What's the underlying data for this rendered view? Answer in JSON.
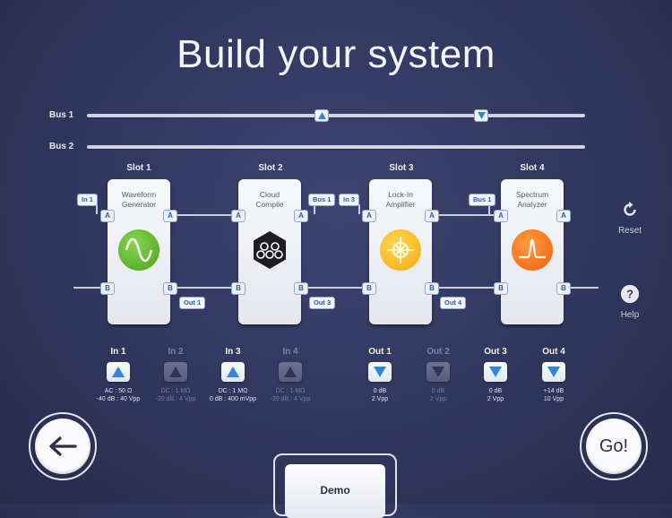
{
  "title": "Build your system",
  "buses": [
    {
      "label": "Bus 1"
    },
    {
      "label": "Bus 2"
    }
  ],
  "slots": [
    {
      "label": "Slot 1",
      "module": [
        "Waveform",
        "Generator"
      ],
      "in_tag": "In 1",
      "out_tag": "Out 1",
      "icon": "sine-wave-icon",
      "color": "#5fb532"
    },
    {
      "label": "Slot 2",
      "module": [
        "Cloud",
        "Compile"
      ],
      "in_tag": "Bus 1",
      "out_tag": "Out 3",
      "icon": "cloud-compile-icon",
      "color": "#1d1d22"
    },
    {
      "label": "Slot 3",
      "module": [
        "Lock-In",
        "Amplifier"
      ],
      "in_tag": "In 3",
      "out_tag": "Out 4",
      "icon": "lockin-target-icon",
      "color": "#f2b21c"
    },
    {
      "label": "Slot 4",
      "module": [
        "Spectrum",
        "Analyzer"
      ],
      "in_tag": "Bus 1",
      "out_tag": "",
      "icon": "spectrum-peak-icon",
      "color": "#f26b1c"
    }
  ],
  "port_labels": {
    "a": "A",
    "b": "B"
  },
  "side": {
    "reset": "Reset",
    "help": "Help"
  },
  "inputs": [
    {
      "name": "In 1",
      "spec1": "AC : 50 Ω",
      "spec2": "-40 dB : 40 Vpp",
      "enabled": true
    },
    {
      "name": "In 2",
      "spec1": "DC : 1 MΩ",
      "spec2": "-20 dB : 4 Vpp",
      "enabled": false
    },
    {
      "name": "In 3",
      "spec1": "DC : 1 MΩ",
      "spec2": "0 dB : 400 mVpp",
      "enabled": true
    },
    {
      "name": "In 4",
      "spec1": "DC : 1 MΩ",
      "spec2": "-20 dB : 4 Vpp",
      "enabled": false
    }
  ],
  "outputs": [
    {
      "name": "Out 1",
      "spec1": "0 dB",
      "spec2": "2 Vpp",
      "enabled": true
    },
    {
      "name": "Out 2",
      "spec1": "0 dB",
      "spec2": "2 Vpp",
      "enabled": false
    },
    {
      "name": "Out 3",
      "spec1": "0 dB",
      "spec2": "2 Vpp",
      "enabled": true
    },
    {
      "name": "Out 4",
      "spec1": "+14 dB",
      "spec2": "10 Vpp",
      "enabled": true
    }
  ],
  "go_label": "Go!",
  "demo_label": "Demo",
  "colors": {
    "accent": "#2e86de",
    "background": "#343b63",
    "port_text": "#2a5bb8"
  }
}
